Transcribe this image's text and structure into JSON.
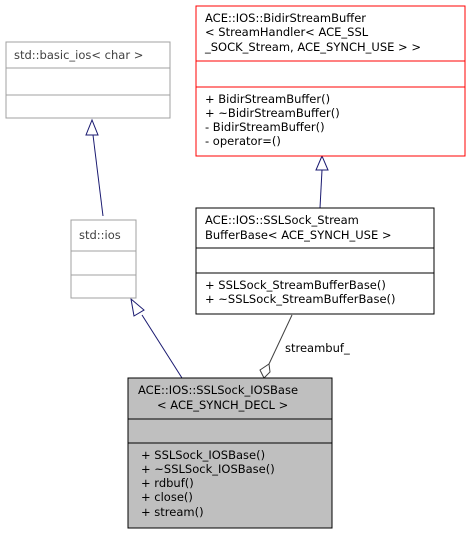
{
  "classes": [
    {
      "id": "basic_ios",
      "title_lines": [
        "std::basic_ios< char >"
      ],
      "members": [],
      "methods": [],
      "border_color": "#a0a0a0",
      "fill": "#ffffff",
      "title_color": "#404040"
    },
    {
      "id": "bidir",
      "title_lines": [
        "ACE::IOS::BidirStreamBuffer",
        "< StreamHandler< ACE_SSL",
        "_SOCK_Stream, ACE_SYNCH_USE > >"
      ],
      "members": [],
      "methods": [
        "+ BidirStreamBuffer()",
        "+ ~BidirStreamBuffer()",
        "- BidirStreamBuffer()",
        "- operator=()"
      ],
      "border_color": "#ff0000",
      "fill": "#ffffff",
      "title_color": "#000000"
    },
    {
      "id": "ios",
      "title_lines": [
        "std::ios"
      ],
      "members": [],
      "methods": [],
      "border_color": "#a0a0a0",
      "fill": "#ffffff",
      "title_color": "#404040"
    },
    {
      "id": "streambufbase",
      "title_lines": [
        "ACE::IOS::SSLSock_Stream",
        "BufferBase< ACE_SYNCH_USE >"
      ],
      "members": [],
      "methods": [
        "+ SSLSock_StreamBufferBase()",
        "+ ~SSLSock_StreamBufferBase()"
      ],
      "border_color": "#000000",
      "fill": "#ffffff",
      "title_color": "#000000"
    },
    {
      "id": "iosbase",
      "title_lines": [
        "ACE::IOS::SSLSock_IOSBase",
        "< ACE_SYNCH_DECL >"
      ],
      "members": [],
      "methods": [
        "+ SSLSock_IOSBase()",
        "+ ~SSLSock_IOSBase()",
        "+ rdbuf()",
        "+ close()",
        "+ stream()"
      ],
      "border_color": "#000000",
      "fill": "#bfbfbf",
      "title_color": "#000000"
    }
  ],
  "relations": [
    {
      "type": "inheritance",
      "from": "ios",
      "to": "basic_ios",
      "label": ""
    },
    {
      "type": "inheritance",
      "from": "streambufbase",
      "to": "bidir",
      "label": ""
    },
    {
      "type": "inheritance",
      "from": "iosbase",
      "to": "ios",
      "label": ""
    },
    {
      "type": "aggregation",
      "from": "streambufbase",
      "to": "iosbase",
      "label": "streambuf_"
    }
  ],
  "edge_color": "#191970",
  "aggregation_color": "#404040"
}
